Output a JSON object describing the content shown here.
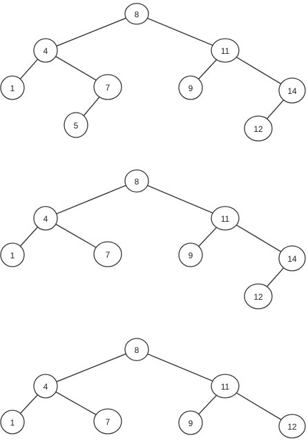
{
  "diagrams": [
    {
      "nodes": [
        {
          "id": "a8",
          "label": "8"
        },
        {
          "id": "a4",
          "label": "4"
        },
        {
          "id": "a11",
          "label": "11"
        },
        {
          "id": "a1",
          "label": "1"
        },
        {
          "id": "a7",
          "label": "7"
        },
        {
          "id": "a5",
          "label": "5"
        },
        {
          "id": "a9",
          "label": "9"
        },
        {
          "id": "a14",
          "label": "14"
        },
        {
          "id": "a12",
          "label": "12"
        }
      ],
      "edges": [
        [
          "a8",
          "a4"
        ],
        [
          "a8",
          "a11"
        ],
        [
          "a4",
          "a1"
        ],
        [
          "a4",
          "a7"
        ],
        [
          "a7",
          "a5"
        ],
        [
          "a11",
          "a9"
        ],
        [
          "a11",
          "a14"
        ],
        [
          "a14",
          "a12"
        ]
      ]
    },
    {
      "nodes": [
        {
          "id": "b8",
          "label": "8"
        },
        {
          "id": "b4",
          "label": "4"
        },
        {
          "id": "b11",
          "label": "11"
        },
        {
          "id": "b1",
          "label": "1"
        },
        {
          "id": "b7",
          "label": "7"
        },
        {
          "id": "b9",
          "label": "9"
        },
        {
          "id": "b14",
          "label": "14"
        },
        {
          "id": "b12",
          "label": "12"
        }
      ],
      "edges": [
        [
          "b8",
          "b4"
        ],
        [
          "b8",
          "b11"
        ],
        [
          "b4",
          "b1"
        ],
        [
          "b4",
          "b7"
        ],
        [
          "b11",
          "b9"
        ],
        [
          "b11",
          "b14"
        ],
        [
          "b14",
          "b12"
        ]
      ]
    },
    {
      "nodes": [
        {
          "id": "c8",
          "label": "8"
        },
        {
          "id": "c4",
          "label": "4"
        },
        {
          "id": "c11",
          "label": "11"
        },
        {
          "id": "c1",
          "label": "1"
        },
        {
          "id": "c7",
          "label": "7"
        },
        {
          "id": "c9",
          "label": "9"
        },
        {
          "id": "c12",
          "label": "12"
        }
      ],
      "edges": [
        [
          "c8",
          "c4"
        ],
        [
          "c8",
          "c11"
        ],
        [
          "c4",
          "c1"
        ],
        [
          "c4",
          "c7"
        ],
        [
          "c11",
          "c9"
        ],
        [
          "c11",
          "c12"
        ]
      ]
    }
  ]
}
